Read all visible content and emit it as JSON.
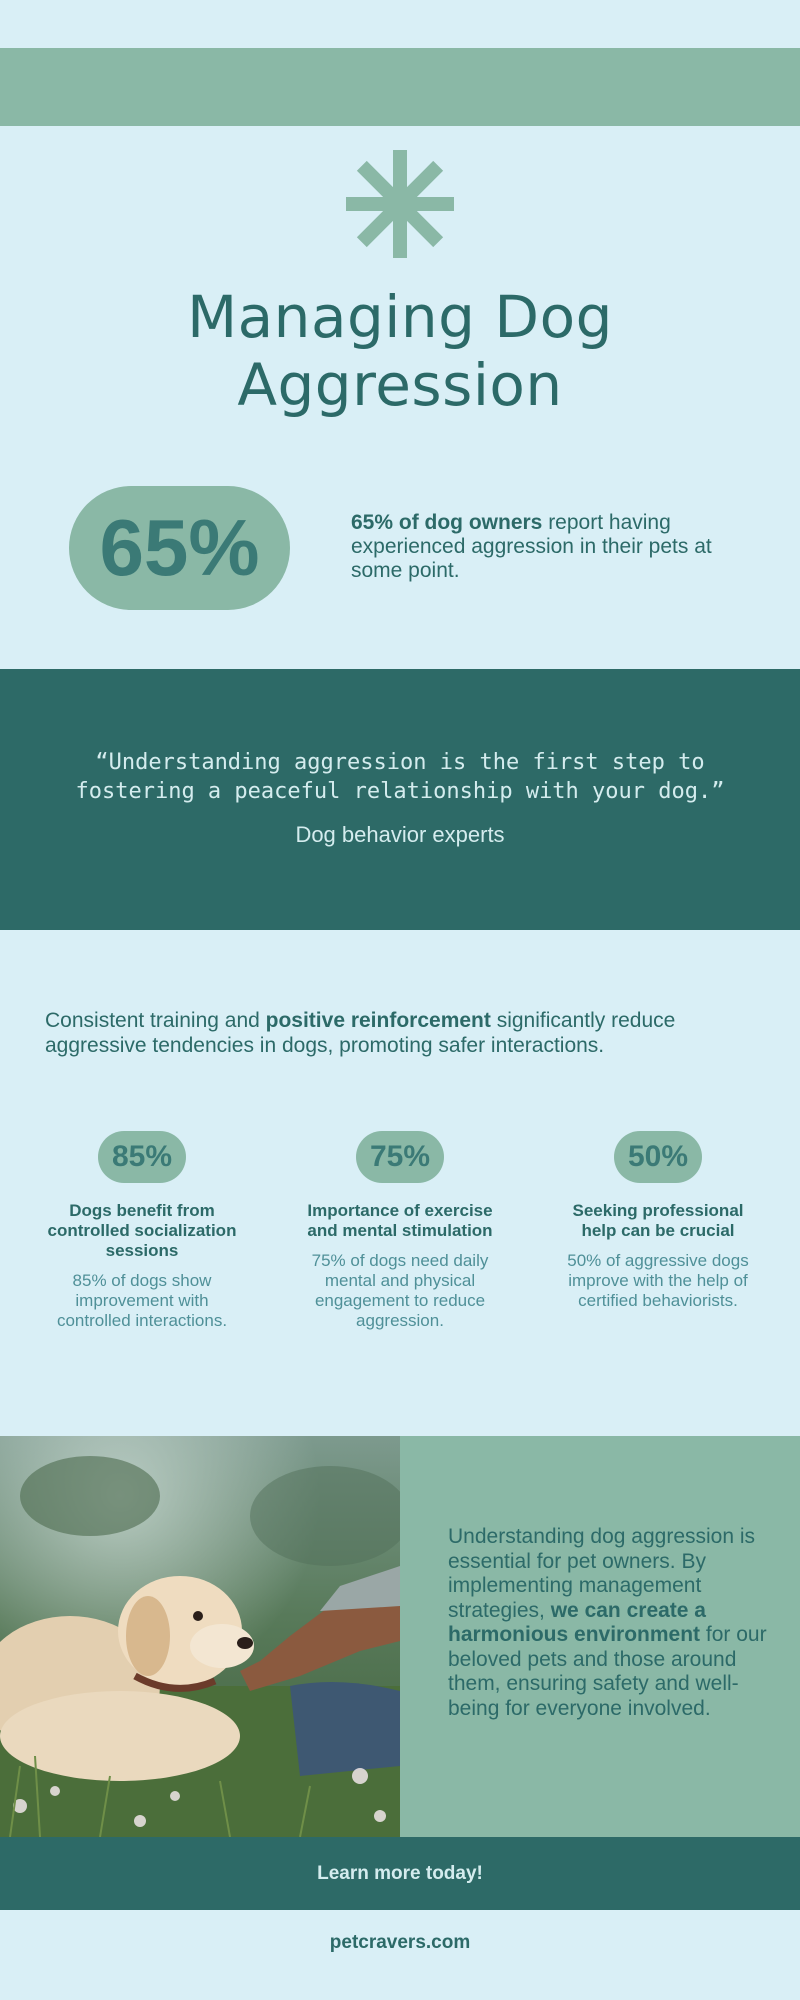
{
  "header": {
    "title_line1": "Managing Dog",
    "title_line2": "Aggression",
    "icon": "asterisk-icon"
  },
  "hero_stat": {
    "value": "65%",
    "bold": "65% of dog owners",
    "text": " report having experienced aggression in their pets at some point."
  },
  "quote": {
    "text": "“Understanding aggression is the first step to fostering a peaceful relationship with your dog.”",
    "author": "Dog behavior experts"
  },
  "intro": {
    "pre": "Consistent training and ",
    "bold": "positive reinforcement",
    "post": " significantly reduce aggressive tendencies in dogs, promoting safer interactions."
  },
  "stats": [
    {
      "value": "85%",
      "heading": "Dogs benefit from controlled socialization sessions",
      "text": "85% of dogs show improvement with controlled interactions."
    },
    {
      "value": "75%",
      "heading": "Importance of exercise and mental stimulation",
      "text": "75% of dogs need daily mental and physical engagement to reduce aggression."
    },
    {
      "value": "50%",
      "heading": "Seeking professional help can be crucial",
      "text": "50% of aggressive dogs improve with the help of certified behaviorists."
    }
  ],
  "summary": {
    "pre": "Understanding dog aggression is essential for pet owners. By implementing management strategies, ",
    "bold": "we can create a harmonious environment",
    "post": " for our beloved pets and those around them, ensuring safety and well-being for everyone involved."
  },
  "cta": {
    "label": "Learn more today!"
  },
  "footer": {
    "site": "petcravers.com"
  },
  "colors": {
    "background": "#d9eff6",
    "sage": "#8ab8a6",
    "teal_dark": "#2d6a67",
    "text": "#2c6a68"
  }
}
